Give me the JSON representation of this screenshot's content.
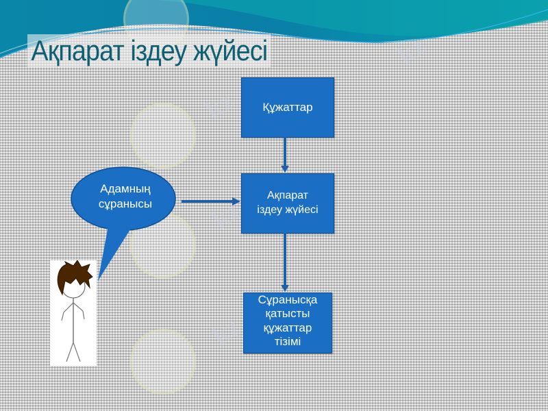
{
  "slide": {
    "title": "Ақпарат іздеу жүйесі"
  },
  "diagram": {
    "nodes": {
      "documents": {
        "label": "Құжаттар"
      },
      "ir_system": {
        "label": "Ақпарат\nіздеу жүйесі"
      },
      "result": {
        "label": "Сұранысқа\nқатысты\nқұжаттар\nтізімі"
      },
      "user_query": {
        "label": "Адамның\nсұранысы"
      }
    },
    "edges": [
      {
        "from": "documents",
        "to": "ir_system"
      },
      {
        "from": "user_query",
        "to": "ir_system"
      },
      {
        "from": "ir_system",
        "to": "result"
      }
    ],
    "figure": "stick-figure-person"
  },
  "watermark": {
    "text": "kz"
  },
  "colors": {
    "box_fill": "#1a6fc4",
    "arrow": "#1f5fa8",
    "title": "#0e5f73",
    "header_teal": "#0a9fb0",
    "header_blue": "#0b6e9e",
    "hair": "#4a2600"
  }
}
